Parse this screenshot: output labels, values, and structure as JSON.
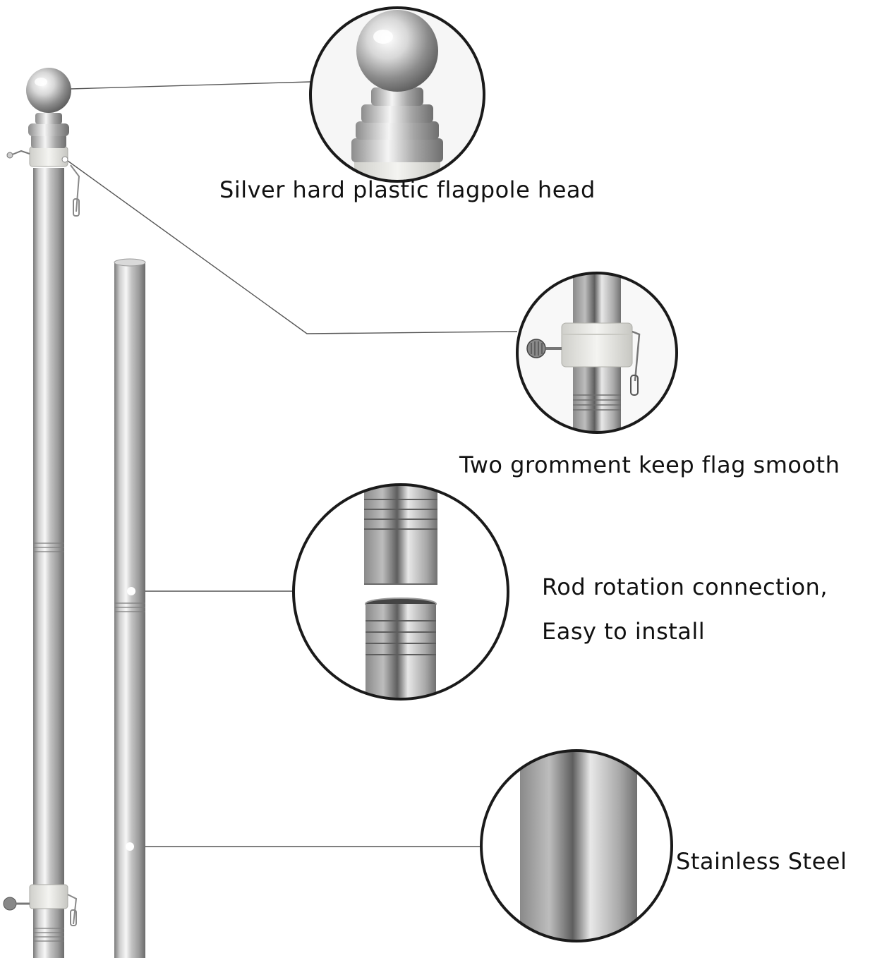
{
  "captions": {
    "head": "Silver hard plastic flagpole head",
    "grommet": "Two gromment keep flag smooth",
    "rotation_line1": "Rod rotation connection,",
    "rotation_line2": "Easy to install",
    "steel": "Stainless Steel"
  },
  "colors": {
    "background": "#ffffff",
    "text": "#111111",
    "steel_light": "#f2f2f2",
    "steel_mid": "#b8b8b8",
    "steel_dark": "#6e6e6e",
    "callout_line": "#555555",
    "grommet": "#e4e4e0"
  },
  "icons": {
    "flagpole_full": "flagpole-with-ball-top",
    "pole_section": "pole-section",
    "callout_head": "ball-finial-closeup",
    "callout_grommet": "grommet-ring-closeup",
    "callout_connection": "threaded-joint-closeup",
    "callout_steel": "steel-tube-closeup"
  }
}
